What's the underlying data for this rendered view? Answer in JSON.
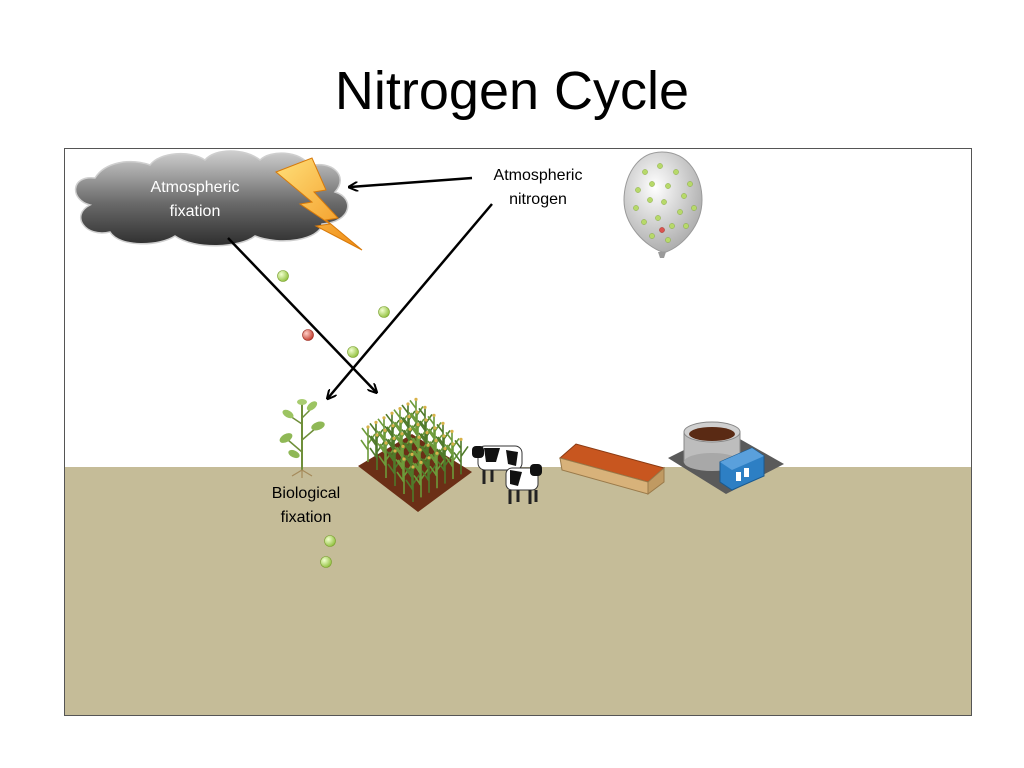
{
  "title": "Nitrogen Cycle",
  "labels": {
    "atmospheric_fixation": [
      "Atmospheric",
      "fixation"
    ],
    "atmospheric_nitrogen": [
      "Atmospheric",
      "nitrogen"
    ],
    "biological_fixation": [
      "Biological",
      "fixation"
    ]
  },
  "icons": {
    "cloud": "storm-cloud-icon",
    "lightning": "lightning-bolt-icon",
    "balloon": "nitrogen-balloon-icon",
    "plant": "legume-plant-icon",
    "crops": "corn-field-icon",
    "cows": "dairy-cows-icon",
    "barn": "livestock-barn-icon",
    "plant_facility": "manure-digester-icon"
  },
  "colors": {
    "soil": "#c5bc98",
    "sky": "#ffffff",
    "nitrogen_molecule": "#b7d96a",
    "other_molecule": "#d9534f",
    "arrow": "#000000",
    "cloud_dark": "#3c3c3c",
    "cloud_light": "#c8c8c8",
    "lightning": "#f7a41d"
  }
}
